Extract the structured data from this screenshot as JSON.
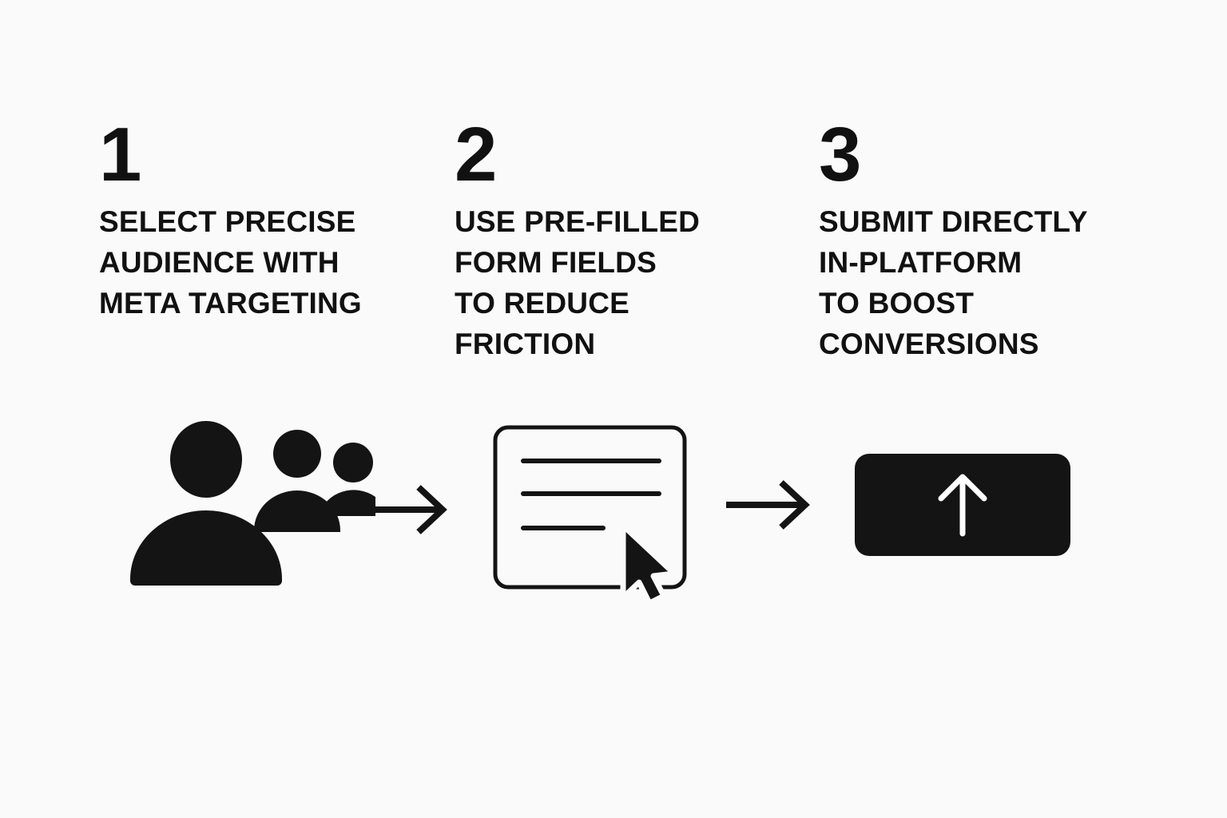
{
  "page": {
    "background_color": "#fafafa",
    "ink_color": "#111111",
    "accent_color": "#141414",
    "type": "three-step-process-graphic"
  },
  "steps": [
    {
      "number": "1",
      "title": "SELECT PRECISE\nAUDIENCE WITH\nMETA TARGETING",
      "title_lines": [
        "SELECT PRECISE",
        "AUDIENCE WITH",
        "META TARGETING"
      ],
      "icon": "audience-people-icon"
    },
    {
      "number": "2",
      "title": "USE PRE-FILLED\nFORM FIELDS\nTO REDUCE\nFRICTION",
      "title_lines": [
        "USE PRE-FILLED",
        "FORM FIELDS",
        "TO REDUCE",
        "FRICTION"
      ],
      "icon": "form-with-cursor-icon"
    },
    {
      "number": "3",
      "title": "SUBMIT DIRECTLY\nIN-PLATFORM\nTO BOOST\nCONVERSIONS",
      "title_lines": [
        "SUBMIT DIRECTLY",
        "IN-PLATFORM",
        "TO BOOST",
        "CONVERSIONS"
      ],
      "icon": "submit-button-up-arrow-icon"
    }
  ],
  "connectors": [
    {
      "name": "arrow-right-icon",
      "from": "1",
      "to": "2"
    },
    {
      "name": "arrow-right-icon",
      "from": "2",
      "to": "3"
    }
  ]
}
